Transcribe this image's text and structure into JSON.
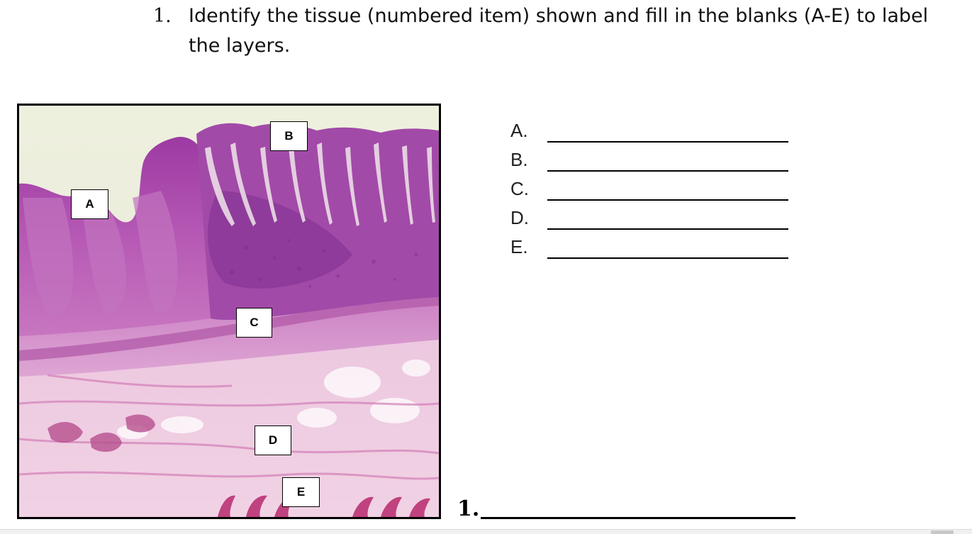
{
  "question": {
    "number": "1.",
    "text": "Identify the tissue (numbered item) shown and fill in the blanks (A-E) to label the layers."
  },
  "image_labels": [
    "A",
    "B",
    "C",
    "D",
    "E"
  ],
  "answer_blanks": [
    {
      "letter": "A."
    },
    {
      "letter": "B."
    },
    {
      "letter": "C."
    },
    {
      "letter": "D."
    },
    {
      "letter": "E."
    }
  ],
  "tissue_answer": {
    "number": "1."
  }
}
